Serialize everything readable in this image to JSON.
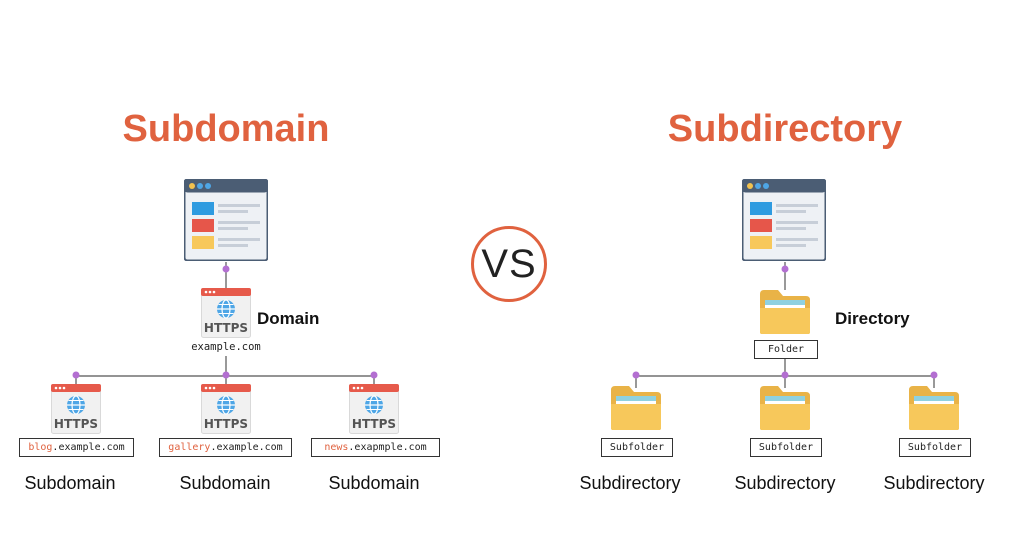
{
  "colors": {
    "accent": "#e0623f",
    "connector": "#b36fd1",
    "window_frame": "#4b5d74",
    "folder": "#f7c85b",
    "https_red": "#e65a4b",
    "globe": "#4ea6e6"
  },
  "left": {
    "title": "Subdomain",
    "domain_label": "Domain",
    "https_text": "HTTPS",
    "domain_url": "example.com",
    "children": [
      {
        "prefix": "blog",
        "suffix": ".example.com",
        "https_text": "HTTPS",
        "caption": "Subdomain"
      },
      {
        "prefix": "gallery",
        "suffix": ".example.com",
        "https_text": "HTTPS",
        "caption": "Subdomain"
      },
      {
        "prefix": "news",
        "suffix": ".exapmple.com",
        "https_text": "HTTPS",
        "caption": "Subdomain"
      }
    ]
  },
  "vs_text": "VS",
  "right": {
    "title": "Subdirectory",
    "directory_label": "Directory",
    "folder_label": "Folder",
    "children": [
      {
        "label": "Subfolder",
        "caption": "Subdirectory"
      },
      {
        "label": "Subfolder",
        "caption": "Subdirectory"
      },
      {
        "label": "Subfolder",
        "caption": "Subdirectory"
      }
    ]
  },
  "icons": [
    "browser-window-icon",
    "https-globe-icon",
    "folder-icon"
  ]
}
